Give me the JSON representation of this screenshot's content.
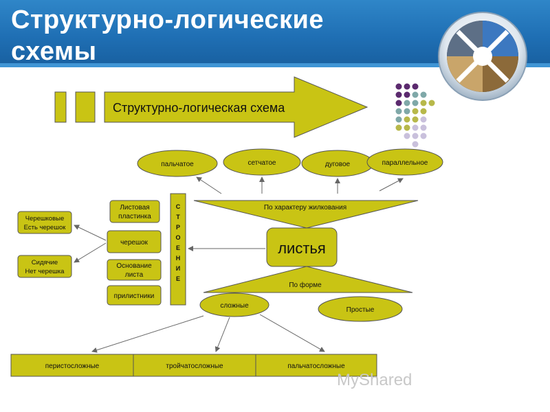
{
  "slide": {
    "title_line1": "Структурно-логические",
    "title_line2": "схемы"
  },
  "diagram": {
    "banner_label": "Структурно-логическая  схема",
    "venation_types": [
      "пальчатое",
      "сетчатое",
      "дуговое",
      "параллельное"
    ],
    "venation_label": "По характеру жилкования",
    "center_label": "листья",
    "form_label": "По форме",
    "structure_letters": [
      "С",
      "Т",
      "Р",
      "О",
      "Е",
      "Н",
      "И",
      "Е"
    ],
    "structure_parts": [
      {
        "line1": "Листовая",
        "line2": "пластинка"
      },
      {
        "line1": "черешок",
        "line2": ""
      },
      {
        "line1": "Основание",
        "line2": "листа"
      },
      {
        "line1": "прилистники",
        "line2": ""
      }
    ],
    "petiole_types": [
      {
        "line1": "Черешковые",
        "line2": "Есть черешок"
      },
      {
        "line1": "Сидячие",
        "line2": "Нет черешка"
      }
    ],
    "form_types": [
      "сложные",
      "Простые"
    ],
    "compound_types": [
      "перистосложные",
      "тройчатосложные",
      "пальчатосложные"
    ]
  },
  "watermark": "MyShared",
  "colors": {
    "header": "#1f6fb4",
    "shape_fill": "#c9c414",
    "dot_purple": "#5b2a6e",
    "dot_teal": "#7fa8a8",
    "dot_olive": "#b7b84a",
    "dot_lavender": "#c9c0dc"
  }
}
